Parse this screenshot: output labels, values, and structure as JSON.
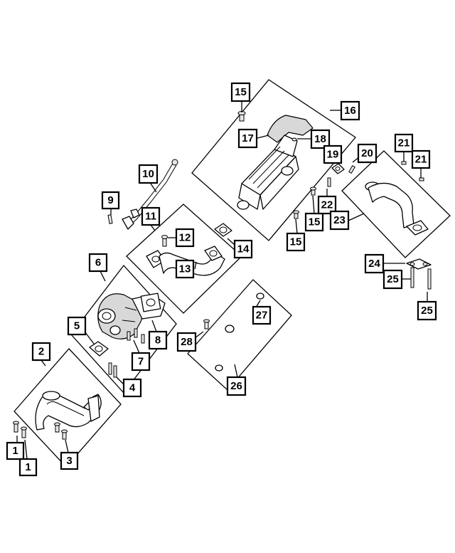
{
  "callouts": [
    {
      "id": "c1a",
      "label": "1"
    },
    {
      "id": "c1b",
      "label": "1"
    },
    {
      "id": "c2",
      "label": "2"
    },
    {
      "id": "c3",
      "label": "3"
    },
    {
      "id": "c4",
      "label": "4"
    },
    {
      "id": "c5",
      "label": "5"
    },
    {
      "id": "c6",
      "label": "6"
    },
    {
      "id": "c7",
      "label": "7"
    },
    {
      "id": "c8",
      "label": "8"
    },
    {
      "id": "c9",
      "label": "9"
    },
    {
      "id": "c10",
      "label": "10"
    },
    {
      "id": "c11",
      "label": "11"
    },
    {
      "id": "c12",
      "label": "12"
    },
    {
      "id": "c13",
      "label": "13"
    },
    {
      "id": "c14",
      "label": "14"
    },
    {
      "id": "c15a",
      "label": "15"
    },
    {
      "id": "c15b",
      "label": "15"
    },
    {
      "id": "c15c",
      "label": "15"
    },
    {
      "id": "c16",
      "label": "16"
    },
    {
      "id": "c17",
      "label": "17"
    },
    {
      "id": "c18",
      "label": "18"
    },
    {
      "id": "c19",
      "label": "19"
    },
    {
      "id": "c20",
      "label": "20"
    },
    {
      "id": "c21a",
      "label": "21"
    },
    {
      "id": "c21b",
      "label": "21"
    },
    {
      "id": "c22",
      "label": "22"
    },
    {
      "id": "c23",
      "label": "23"
    },
    {
      "id": "c24",
      "label": "24"
    },
    {
      "id": "c25a",
      "label": "25"
    },
    {
      "id": "c25b",
      "label": "25"
    },
    {
      "id": "c26",
      "label": "26"
    },
    {
      "id": "c27",
      "label": "27"
    },
    {
      "id": "c28",
      "label": "28"
    }
  ]
}
